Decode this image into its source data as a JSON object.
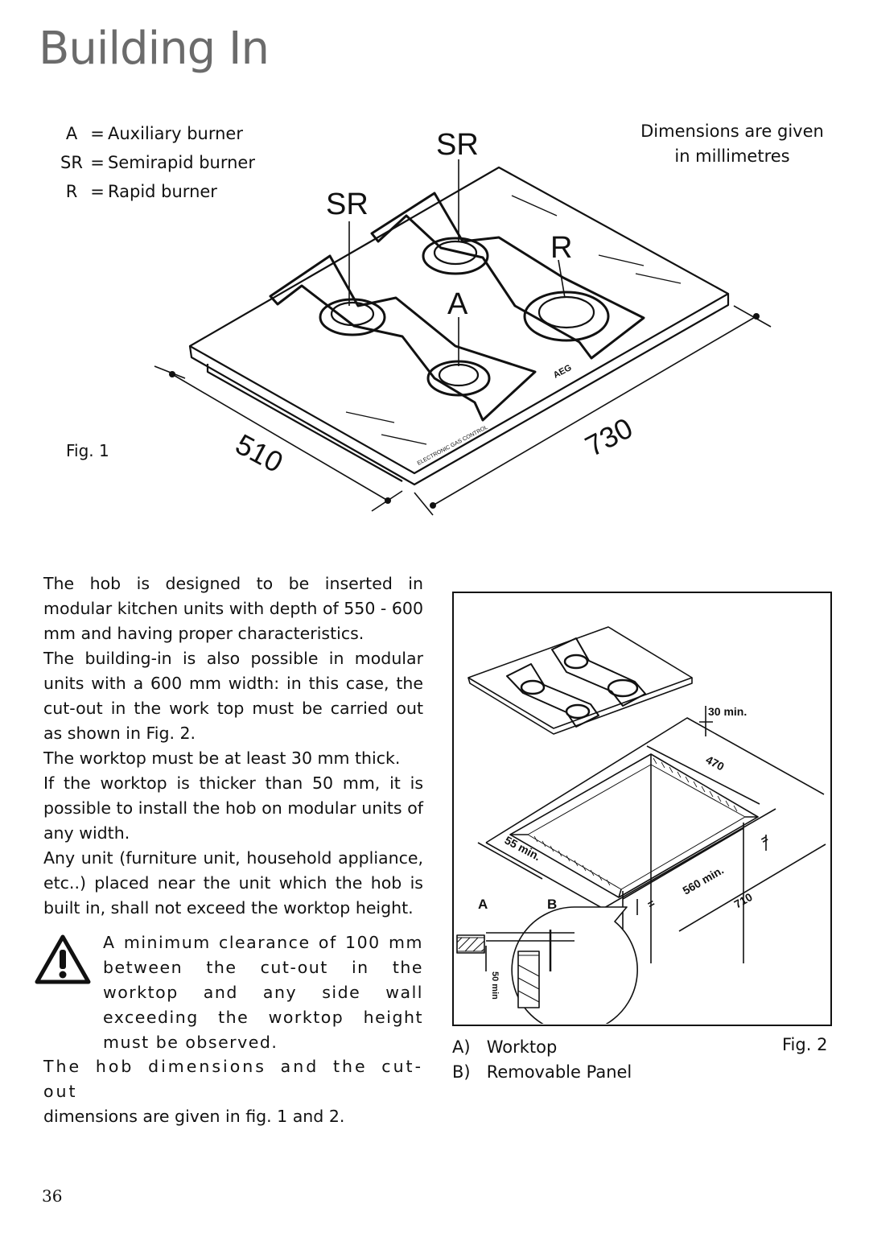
{
  "page_title": "Building In",
  "legend": [
    {
      "key": "A",
      "eq": "=",
      "label": "Auxiliary burner"
    },
    {
      "key": "SR",
      "eq": "=",
      "label": "Semirapid burner"
    },
    {
      "key": "R",
      "eq": "=",
      "label": "Rapid burner"
    }
  ],
  "dimensions_note": [
    "Dimensions are given",
    "in millimetres"
  ],
  "fig1": {
    "caption": "Fig. 1",
    "labels": {
      "sr_top": "SR",
      "sr_left": "SR",
      "r": "R",
      "a": "A"
    },
    "width_dim": "730",
    "depth_dim": "510",
    "brand": "AEG",
    "panel_text": "ELECTRONIC GAS CONTROL"
  },
  "body_paragraphs": [
    "The hob is designed to be inserted in modular kitchen units with depth of 550 - 600 mm and having proper characteristics.",
    "The building-in is also possible in modular units with a 600 mm width: in this case, the cut-out in the work top must be carried out as shown in Fig. 2.",
    "The worktop must be at least 30 mm thick.",
    "If the worktop is thicker than 50 mm, it is possible to install the hob on modular units of any width.",
    "Any unit (furniture unit, household appliance, etc..) placed near the unit which the hob is built in, shall not exceed the worktop height."
  ],
  "warning": "A minimum clearance of 100 mm between the cut-out in the worktop and any side wall exceeding the worktop height must be observed.",
  "final_note": {
    "line1": "The hob dimensions and the cut-out",
    "line2": "dimensions are given in fig. 1 and 2."
  },
  "fig2": {
    "caption": "Fig. 2",
    "labels": {
      "thickness": "30 min.",
      "depth": "470",
      "front": "55 min.",
      "width_min": "560 min.",
      "width": "710",
      "eq": "=",
      "detail_a": "A",
      "detail_b": "B",
      "detail_gap": "50 min"
    },
    "legend": [
      {
        "key": "A)",
        "label": "Worktop"
      },
      {
        "key": "B)",
        "label": "Removable Panel"
      }
    ]
  },
  "page_number": "36"
}
